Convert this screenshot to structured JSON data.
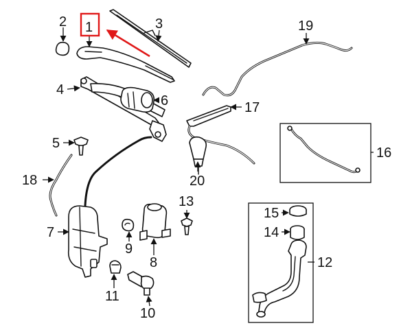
{
  "diagram": {
    "highlight_color": "#e01818",
    "line_color": "#111111",
    "highlighted_callout": "1",
    "callouts": {
      "c1": "1",
      "c2": "2",
      "c3": "3",
      "c4": "4",
      "c5": "5",
      "c6": "6",
      "c7": "7",
      "c8": "8",
      "c9": "9",
      "c10": "10",
      "c11": "11",
      "c12": "12",
      "c13": "13",
      "c14": "14",
      "c15": "15",
      "c16": "16",
      "c17": "17",
      "c18": "18",
      "c19": "19",
      "c20": "20"
    }
  }
}
